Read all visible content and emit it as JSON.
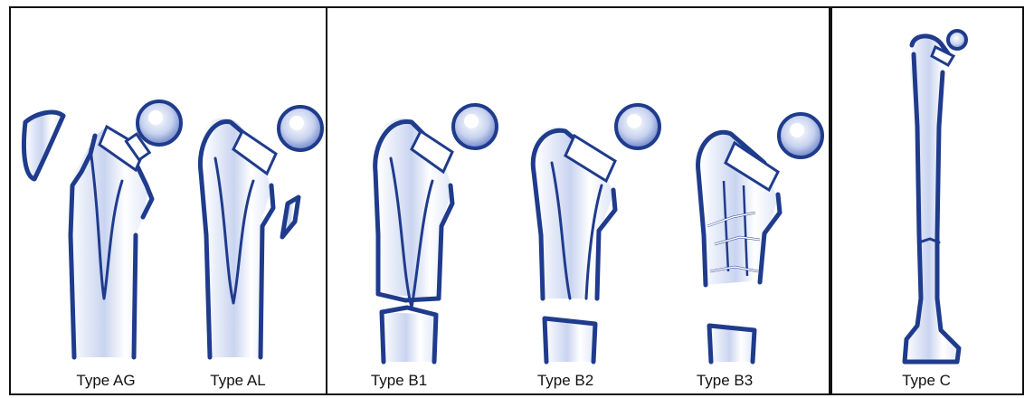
{
  "panels": [
    {
      "id": "A",
      "labels": [
        "Type AG",
        "Type AL"
      ]
    },
    {
      "id": "B",
      "labels": [
        "Type B1",
        "Type B2",
        "Type B3"
      ]
    },
    {
      "id": "C",
      "labels": [
        "Type C"
      ]
    }
  ],
  "figures": [
    {
      "name": "type-ag",
      "label": "Type AG"
    },
    {
      "name": "type-al",
      "label": "Type AL"
    },
    {
      "name": "type-b1",
      "label": "Type B1"
    },
    {
      "name": "type-b2",
      "label": "Type B2"
    },
    {
      "name": "type-b3",
      "label": "Type B3"
    },
    {
      "name": "type-c",
      "label": "Type C"
    }
  ],
  "colors": {
    "outline": "#1f3b8c",
    "shade": "#6f86c9",
    "border": "#111111"
  }
}
